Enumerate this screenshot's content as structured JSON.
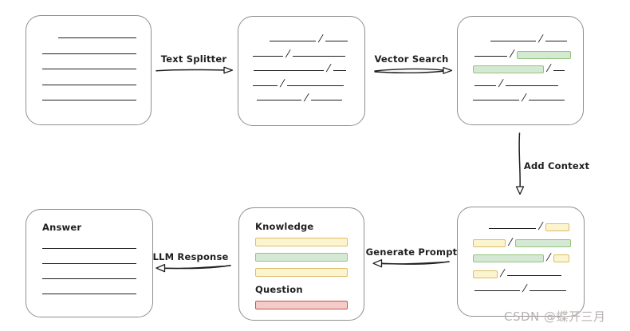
{
  "watermark": "CSDN @蝶开三月",
  "labels": {
    "text_splitter": "Text Splitter",
    "vector_search": "Vector Search",
    "add_context": "Add Context",
    "generate_prompt": "Generate Prompt",
    "llm_response": "LLM Response"
  },
  "colors": {
    "ink": "#1f1f1f",
    "box_border": "#8f8f8f",
    "green_fill": "#d5e8d4",
    "green_border": "#93c47d",
    "yellow_fill": "#fcf3cf",
    "yellow_border": "#dcbd68",
    "red_fill": "#f4cbc8",
    "red_border": "#bf544e",
    "watermark": "#b9b0b0"
  },
  "boxes": {
    "document": {
      "rows": [
        {
          "pad": 20,
          "segs": [
            {
              "t": "line",
              "w": 98
            }
          ]
        },
        {
          "pad": 0,
          "segs": [
            {
              "t": "line",
              "w": 118
            }
          ]
        },
        {
          "pad": 0,
          "segs": [
            {
              "t": "line",
              "w": 118
            }
          ]
        },
        {
          "pad": 0,
          "segs": [
            {
              "t": "line",
              "w": 118
            }
          ]
        },
        {
          "pad": 0,
          "segs": [
            {
              "t": "line",
              "w": 118
            }
          ]
        }
      ]
    },
    "chunks": {
      "rows": [
        {
          "pad": 25,
          "segs": [
            {
              "t": "line",
              "w": 58
            },
            {
              "t": "slash"
            },
            {
              "t": "line",
              "w": 28
            }
          ]
        },
        {
          "pad": 4,
          "segs": [
            {
              "t": "line",
              "w": 38
            },
            {
              "t": "slash"
            },
            {
              "t": "line",
              "w": 66
            }
          ]
        },
        {
          "pad": 5,
          "segs": [
            {
              "t": "line",
              "w": 88
            },
            {
              "t": "slash"
            },
            {
              "t": "line",
              "w": 16
            }
          ]
        },
        {
          "pad": 4,
          "segs": [
            {
              "t": "line",
              "w": 31
            },
            {
              "t": "slash"
            },
            {
              "t": "line",
              "w": 71
            }
          ]
        },
        {
          "pad": 9,
          "segs": [
            {
              "t": "line",
              "w": 56
            },
            {
              "t": "slash"
            },
            {
              "t": "line",
              "w": 39
            }
          ]
        }
      ]
    },
    "retrieved": {
      "rows": [
        {
          "pad": 27,
          "segs": [
            {
              "t": "line",
              "w": 57
            },
            {
              "t": "slash"
            },
            {
              "t": "line",
              "w": 27
            }
          ]
        },
        {
          "pad": 7,
          "segs": [
            {
              "t": "line",
              "w": 41
            },
            {
              "t": "slash"
            },
            {
              "t": "green",
              "w": 68
            }
          ]
        },
        {
          "pad": 5,
          "segs": [
            {
              "t": "green",
              "w": 89
            },
            {
              "t": "slash"
            },
            {
              "t": "line",
              "w": 14
            }
          ]
        },
        {
          "pad": 7,
          "segs": [
            {
              "t": "line",
              "w": 27
            },
            {
              "t": "slash"
            },
            {
              "t": "line",
              "w": 66
            }
          ]
        },
        {
          "pad": 5,
          "segs": [
            {
              "t": "line",
              "w": 58
            },
            {
              "t": "slash"
            },
            {
              "t": "line",
              "w": 45
            }
          ]
        }
      ]
    },
    "context": {
      "rows": [
        {
          "pad": 25,
          "segs": [
            {
              "t": "line",
              "w": 59
            },
            {
              "t": "slash"
            },
            {
              "t": "yellow",
              "w": 30
            }
          ]
        },
        {
          "pad": 5,
          "segs": [
            {
              "t": "yellow",
              "w": 41
            },
            {
              "t": "slash"
            },
            {
              "t": "green",
              "w": 70
            }
          ]
        },
        {
          "pad": 5,
          "segs": [
            {
              "t": "green",
              "w": 89
            },
            {
              "t": "slash"
            },
            {
              "t": "yellow",
              "w": 20
            }
          ]
        },
        {
          "pad": 5,
          "segs": [
            {
              "t": "yellow",
              "w": 31
            },
            {
              "t": "slash"
            },
            {
              "t": "line",
              "w": 68
            }
          ]
        },
        {
          "pad": 7,
          "segs": [
            {
              "t": "line",
              "w": 57
            },
            {
              "t": "slash"
            },
            {
              "t": "line",
              "w": 46
            }
          ]
        }
      ]
    },
    "prompt": {
      "knowledge_title": "Knowledge",
      "question_title": "Question",
      "knowledge_rows": [
        {
          "pad": 0,
          "segs": [
            {
              "t": "yellow",
              "w": 120
            }
          ]
        },
        {
          "pad": 0,
          "segs": [
            {
              "t": "green",
              "w": 120
            }
          ]
        },
        {
          "pad": 0,
          "segs": [
            {
              "t": "yellow",
              "w": 120
            }
          ]
        }
      ],
      "question_rows": [
        {
          "pad": 0,
          "segs": [
            {
              "t": "red",
              "w": 118
            }
          ]
        }
      ]
    },
    "answer": {
      "title": "Answer",
      "rows": [
        {
          "pad": 0,
          "segs": [
            {
              "t": "line",
              "w": 118
            }
          ]
        },
        {
          "pad": 0,
          "segs": [
            {
              "t": "line",
              "w": 118
            }
          ]
        },
        {
          "pad": 0,
          "segs": [
            {
              "t": "line",
              "w": 118
            }
          ]
        },
        {
          "pad": 0,
          "segs": [
            {
              "t": "line",
              "w": 118
            }
          ]
        }
      ]
    }
  }
}
